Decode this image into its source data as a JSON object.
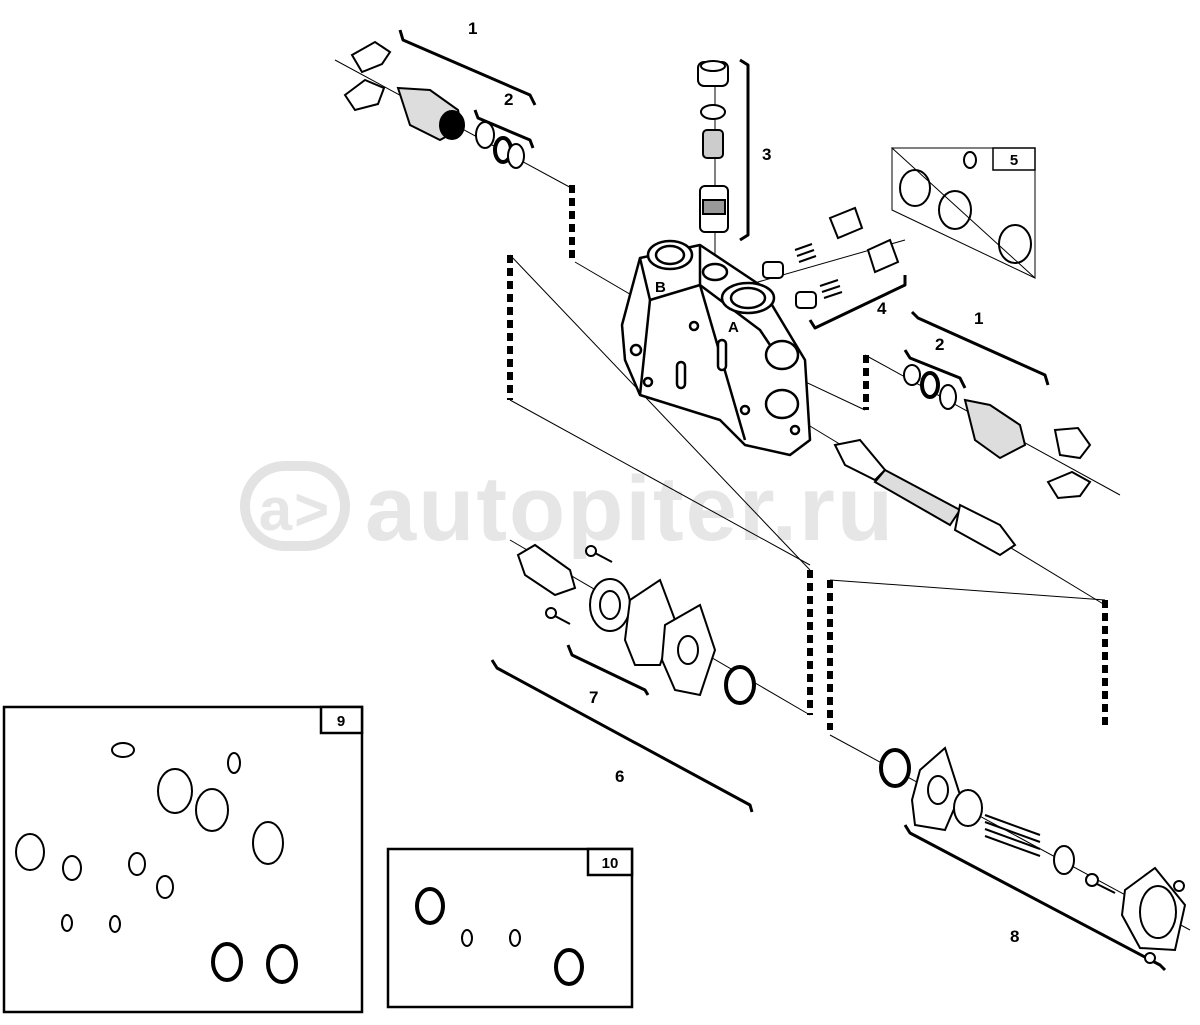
{
  "watermark": {
    "text": "autopiter.ru",
    "logo": "a>"
  },
  "ports": {
    "b": "B",
    "a": "A"
  },
  "callouts": [
    {
      "id": "c1_top",
      "label": "1"
    },
    {
      "id": "c2_top",
      "label": "2"
    },
    {
      "id": "c3",
      "label": "3"
    },
    {
      "id": "c4",
      "label": "4"
    },
    {
      "id": "c1_right",
      "label": "1"
    },
    {
      "id": "c2_right",
      "label": "2"
    },
    {
      "id": "c7",
      "label": "7"
    },
    {
      "id": "c6",
      "label": "6"
    },
    {
      "id": "c8",
      "label": "8"
    }
  ],
  "kits": [
    {
      "id": "kit5",
      "label": "5"
    },
    {
      "id": "kit9",
      "label": "9"
    },
    {
      "id": "kit10",
      "label": "10"
    }
  ]
}
